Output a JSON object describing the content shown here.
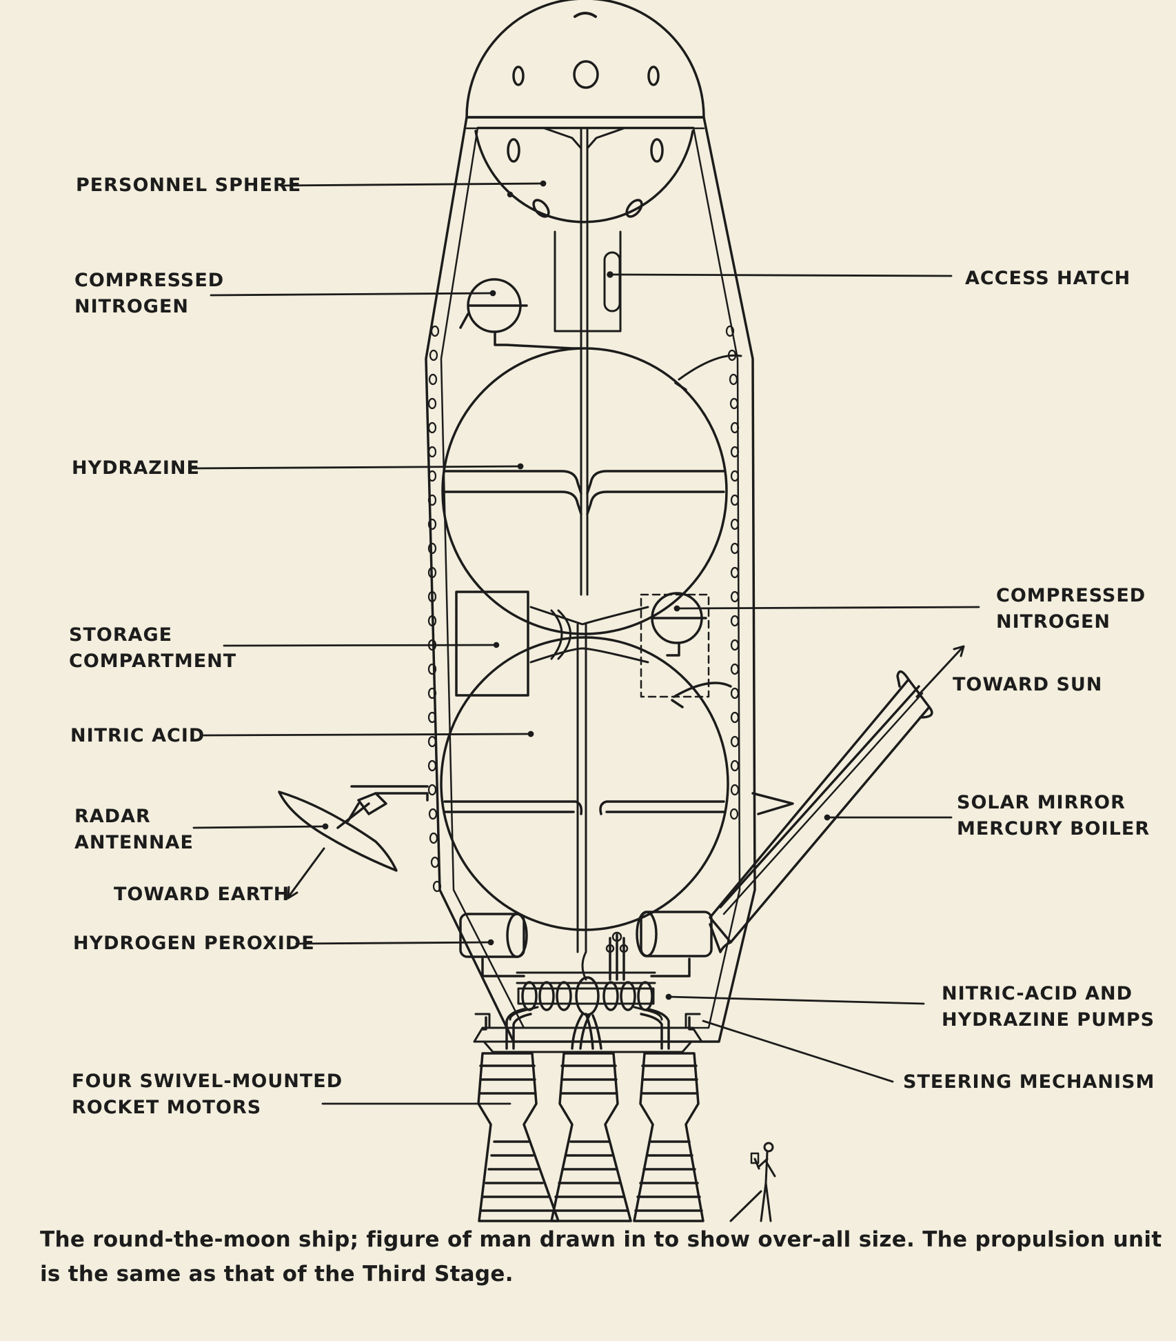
{
  "labels": {
    "personnel_sphere": "PERSONNEL SPHERE",
    "compressed_nitrogen_upper": [
      "COMPRESSED",
      "NITROGEN"
    ],
    "access_hatch": "ACCESS HATCH",
    "hydrazine": "HYDRAZINE",
    "storage_compartment": [
      "STORAGE",
      "COMPARTMENT"
    ],
    "compressed_nitrogen_lower": [
      "COMPRESSED",
      "NITROGEN"
    ],
    "toward_sun": "TOWARD SUN",
    "nitric_acid": "NITRIC ACID",
    "radar_antennae": [
      "RADAR",
      "ANTENNAE"
    ],
    "solar_mirror": [
      "SOLAR MIRROR",
      "MERCURY BOILER"
    ],
    "toward_earth": "TOWARD EARTH",
    "hydrogen_peroxide": "HYDROGEN PEROXIDE",
    "pumps": [
      "NITRIC-ACID AND",
      "HYDRAZINE PUMPS"
    ],
    "rocket_motors": [
      "FOUR SWIVEL-MOUNTED",
      "ROCKET MOTORS"
    ],
    "steering_mechanism": "STEERING MECHANISM"
  },
  "caption": "The round-the-moon ship; figure of man drawn in to show over-all size. The propulsion unit is the same as that of the Third Stage.",
  "colors": {
    "paper": "#f3eedd",
    "ink": "#1c1c1c"
  }
}
